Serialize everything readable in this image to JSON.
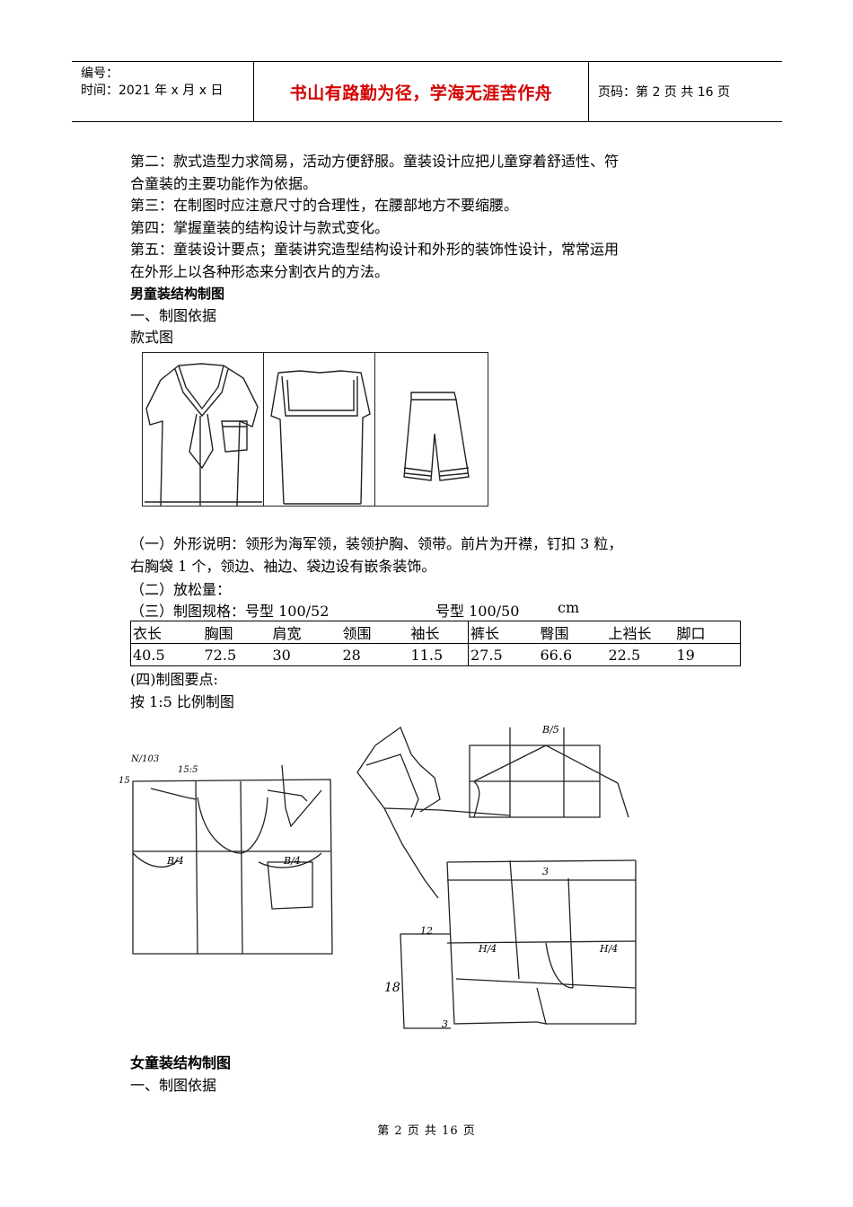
{
  "header": {
    "number_label": "编号：",
    "time_label": "时间：2021 年 x 月 x 日",
    "motto": "书山有路勤为径，学海无涯苦作舟",
    "page_label": "页码：第 2 页  共 16 页"
  },
  "paragraphs": [
    "第二：款式造型力求简易，活动方便舒服。童装设计应把儿童穿着舒适性、符",
    "合童装的主要功能作为依据。",
    "第三：在制图时应注意尺寸的合理性，在腰部地方不要缩腰。",
    "第四：掌握童装的结构设计与款式变化。",
    "第五：童装设计要点；童装讲究造型结构设计和外形的装饰性设计，常常运用",
    "在外形上以各种形态来分割衣片的方法。"
  ],
  "boys_section": {
    "title": "男童装结构制图",
    "subtitle": "一、制图依据",
    "style_label": "款式图"
  },
  "description": {
    "line1": "（一）外形说明：领形为海军领，装领护胸、领带。前片为开襟，钉扣 3 粒，",
    "line2": "右胸袋 1 个，领边、袖边、袋边设有嵌条装饰。",
    "allowance": "（二）放松量：",
    "spec_title": "（三）制图规格：号型 100/52",
    "spec_title2": "号型 100/50",
    "unit": "cm"
  },
  "spec_table": {
    "headers": [
      "衣长",
      "胸围",
      "肩宽",
      "领围",
      "袖长",
      "裤长",
      "臀围",
      "上裆长",
      "脚口"
    ],
    "values": [
      "40.5",
      "72.5",
      "30",
      "28",
      "11.5",
      "27.5",
      "66.6",
      "22.5",
      "19"
    ]
  },
  "drafting": {
    "title": "(四)制图要点:",
    "scale": "按 1:5 比例制图",
    "sketch_labels": {
      "label_1": "N/103",
      "label_2": "15:5",
      "label_3": "15",
      "label_4": "B/4",
      "label_5": "B/4",
      "label_6": "B/5",
      "label_7": "3",
      "label_8": "H/4",
      "label_9": "H/4",
      "label_10": "18",
      "label_11": "3",
      "label_12": "12"
    }
  },
  "girls_section": {
    "title": "女童装结构制图",
    "subtitle": "一、制图依据"
  },
  "footer": {
    "text": "第 2 页 共 16 页"
  }
}
